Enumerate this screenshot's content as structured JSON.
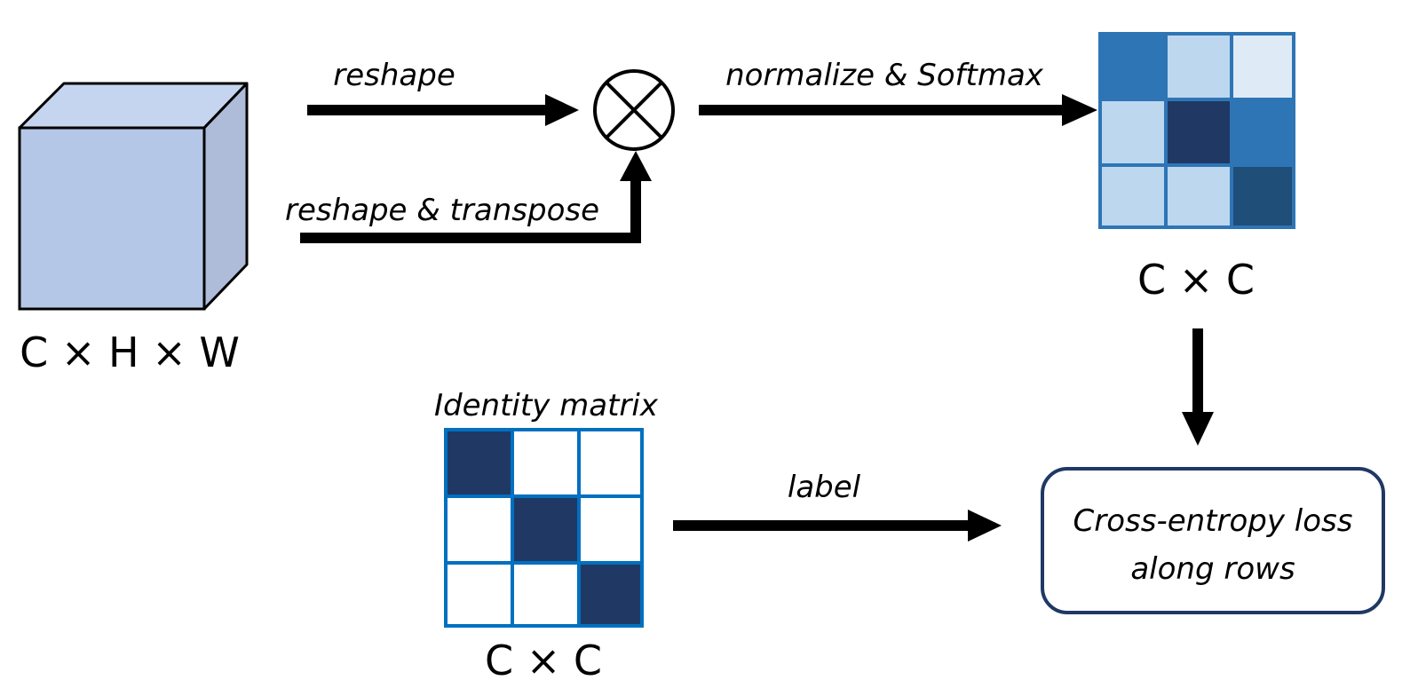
{
  "input_tensor": {
    "dimension_label": "C × H × W",
    "colors": {
      "front": "#b4c7e7",
      "top": "#c5d5ef",
      "side": "#aebcd9"
    }
  },
  "edges": {
    "reshape_label": "reshape",
    "reshape_transpose_label": "reshape & transpose",
    "normalize_softmax_label": "normalize & Softmax",
    "label_edge_label": "label"
  },
  "operator": {
    "name": "matrix multiplication",
    "symbol": "⊗"
  },
  "softmax_matrix": {
    "dimension_label": "C × C",
    "border_color": "#2e75b6",
    "cells": [
      [
        "#2e75b6",
        "#bdd7ee",
        "#deebf7"
      ],
      [
        "#bdd7ee",
        "#203864",
        "#2e75b6"
      ],
      [
        "#bdd7ee",
        "#bdd7ee",
        "#1f4e79"
      ]
    ]
  },
  "identity_matrix": {
    "title": "Identity matrix",
    "dimension_label": "C × C",
    "border_color": "#0070c0",
    "cells": [
      [
        "#203864",
        "#ffffff",
        "#ffffff"
      ],
      [
        "#ffffff",
        "#203864",
        "#ffffff"
      ],
      [
        "#ffffff",
        "#ffffff",
        "#203864"
      ]
    ]
  },
  "loss_box": {
    "line1": "Cross-entropy loss",
    "line2": "along rows",
    "border_color": "#1f3864"
  }
}
